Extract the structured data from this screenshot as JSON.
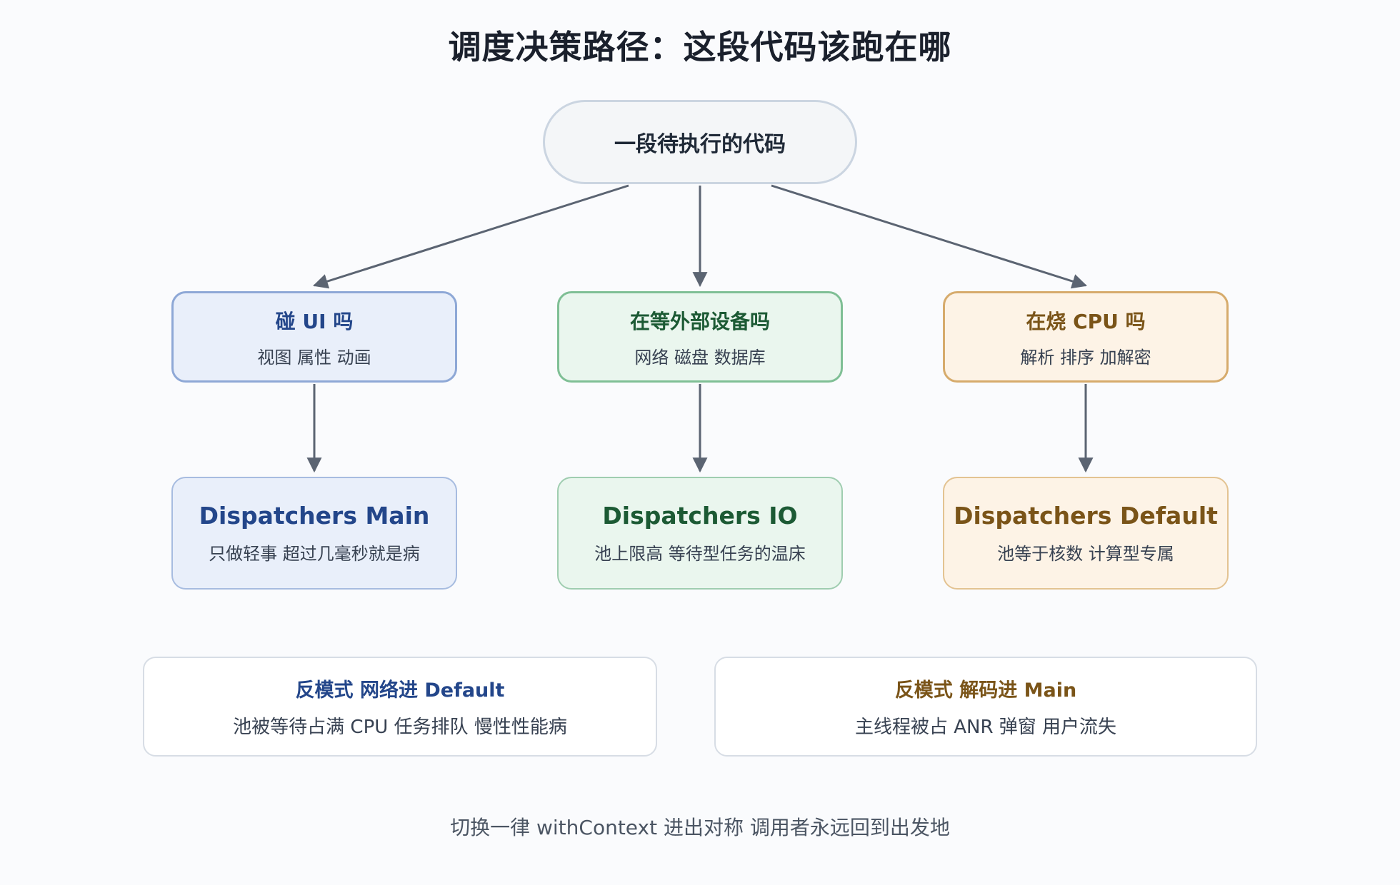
{
  "title": "调度决策路径：这段代码该跑在哪",
  "root": {
    "label": "一段待执行的代码"
  },
  "questions": [
    {
      "title": "碰 UI 吗",
      "desc": "视图 属性 动画"
    },
    {
      "title": "在等外部设备吗",
      "desc": "网络 磁盘 数据库"
    },
    {
      "title": "在烧 CPU 吗",
      "desc": "解析 排序 加解密"
    }
  ],
  "dispatchers": [
    {
      "title": "Dispatchers Main",
      "desc": "只做轻事 超过几毫秒就是病"
    },
    {
      "title": "Dispatchers IO",
      "desc": "池上限高 等待型任务的温床"
    },
    {
      "title": "Dispatchers Default",
      "desc": "池等于核数 计算型专属"
    }
  ],
  "anti_patterns": [
    {
      "title": "反模式 网络进 Default",
      "desc": "池被等待占满 CPU 任务排队 慢性性能病"
    },
    {
      "title": "反模式 解码进 Main",
      "desc": "主线程被占 ANR 弹窗 用户流失"
    }
  ],
  "footer": "切换一律 withContext 进出对称 调用者永远回到出发地",
  "colors": {
    "blue": "#23468a",
    "green": "#1c5a34",
    "orange": "#7a5418",
    "arrow": "#5b6472"
  }
}
